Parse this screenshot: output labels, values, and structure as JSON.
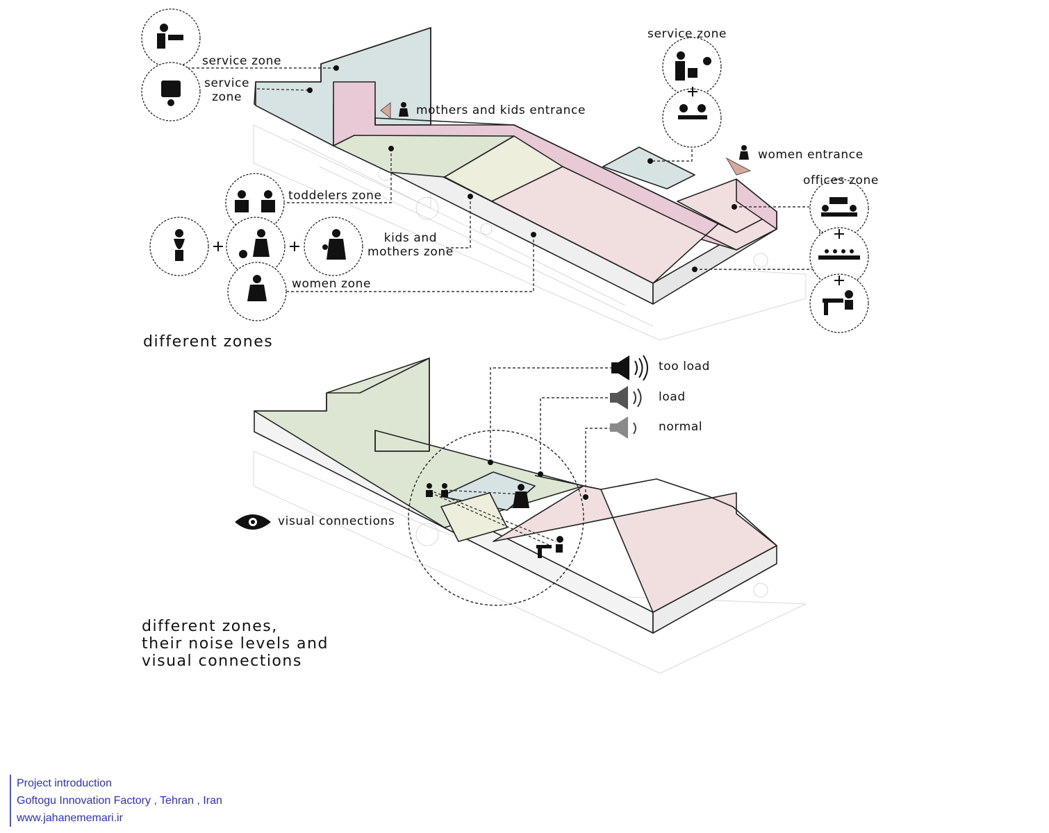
{
  "diagram1": {
    "title": "different zones",
    "labels": {
      "service_zone_1": "service zone",
      "service_zone_2_line1": "service",
      "service_zone_2_line2": "zone",
      "mothers_kids_entrance": "mothers and kids entrance",
      "service_zone_right": "service zone",
      "women_entrance": "women entrance",
      "offices_zone": "offices zone",
      "toddlers_zone": "toddelers zone",
      "kids_mothers_line1": "kids and",
      "kids_mothers_line2": "mothers zone",
      "women_zone": "women zone"
    },
    "zone_colors": {
      "service": "#d7e2e3",
      "corridor": "#e8c9d6",
      "toddlers": "#dde6d2",
      "kids_mothers": "#eeeedd",
      "women": "#f1dfdf",
      "offices": "#f1dfdf"
    }
  },
  "diagram2": {
    "title_line1": "different zones,",
    "title_line2": "their noise levels and",
    "title_line3": "visual connections",
    "noise_levels": [
      {
        "label": "too load",
        "color": "#111111"
      },
      {
        "label": "load",
        "color": "#555555"
      },
      {
        "label": "normal",
        "color": "#8a8a8a"
      }
    ],
    "visual_label": "visual connections"
  },
  "footer": {
    "line1": "Project introduction",
    "line2": "Goftogu Innovation Factory , Tehran , Iran",
    "line3": "www.jahanememari.ir",
    "accent": "#2b2fd8"
  }
}
